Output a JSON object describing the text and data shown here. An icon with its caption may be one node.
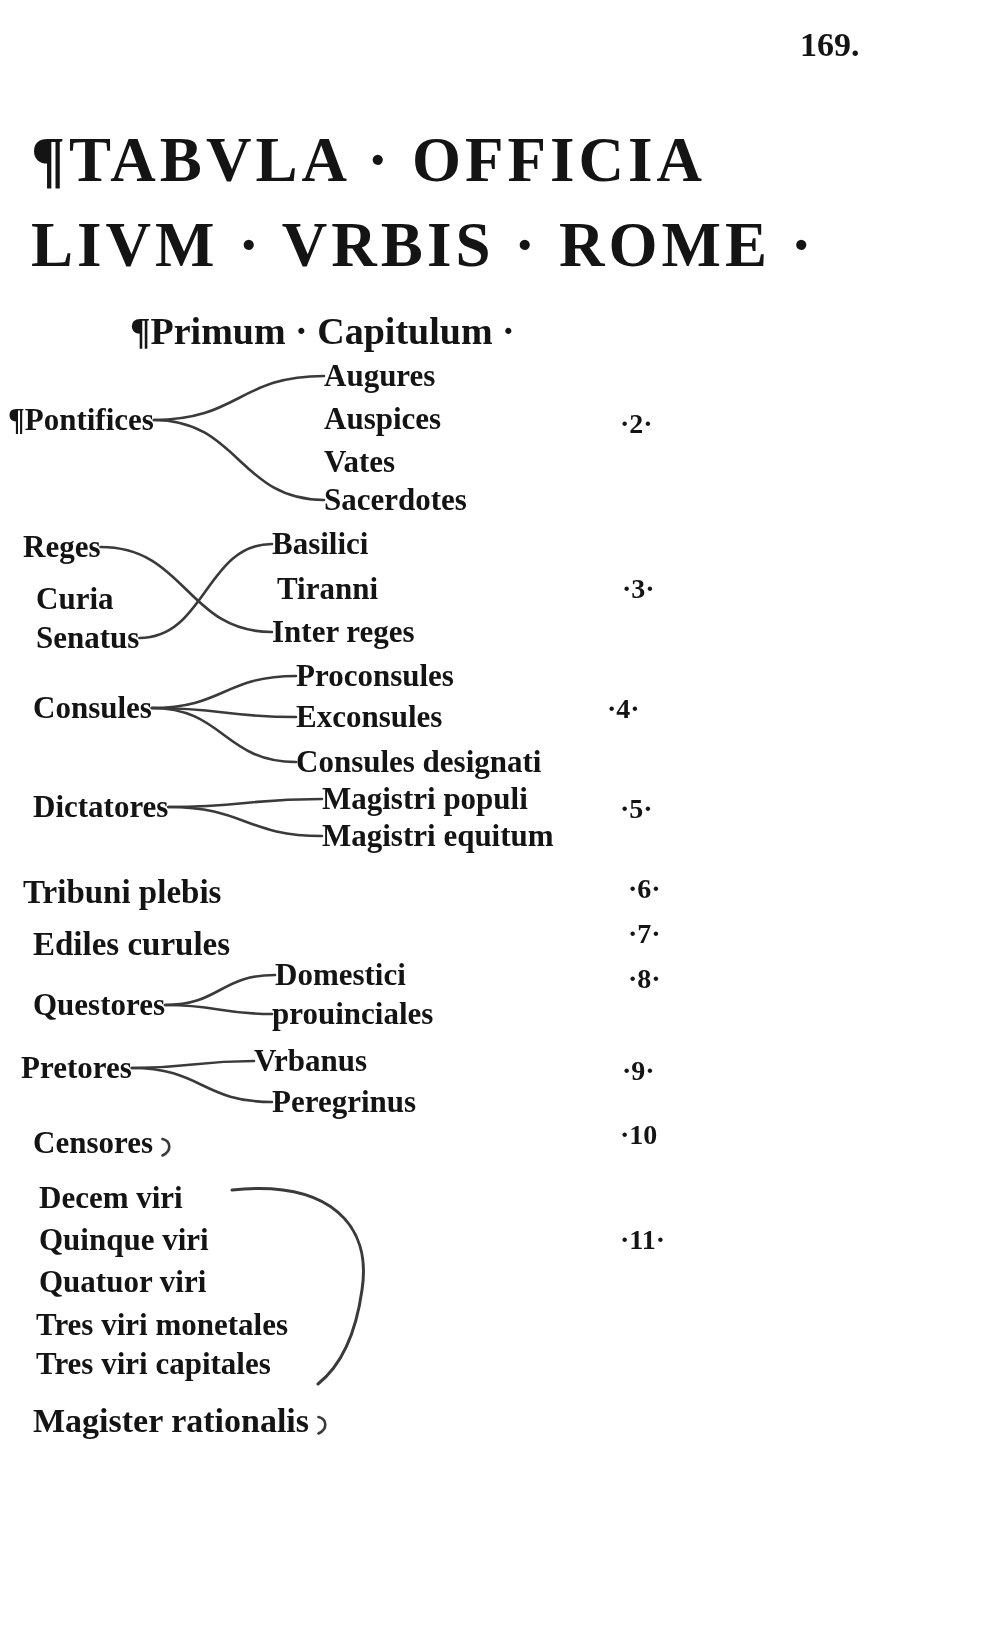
{
  "diagram": {
    "title": "¶TABVLA · OFFICIA LIVM · VRBIS · ROME ·",
    "nodes": [
      {
        "text": [
          "¶Pontifices"
        ]
      },
      {
        "text": [
          "Augures"
        ]
      },
      {
        "text": [
          "Sacerdotes"
        ]
      },
      {
        "text": [
          "Reges"
        ]
      },
      {
        "text": [
          "Basilici"
        ]
      },
      {
        "text": [
          "Senatus"
        ]
      },
      {
        "text": [
          "Inter reges"
        ]
      },
      {
        "text": [
          "Consules"
        ]
      },
      {
        "text": [
          "Proconsules"
        ]
      },
      {
        "text": [
          "Exconsules"
        ]
      },
      {
        "text": [
          "Consules designati"
        ]
      },
      {
        "text": [
          "Dictatores"
        ]
      },
      {
        "text": [
          "Magistri populi"
        ]
      },
      {
        "text": [
          "Magistri equitum"
        ]
      },
      {
        "text": [
          "Questores"
        ]
      },
      {
        "text": [
          "Domestici"
        ]
      },
      {
        "text": [
          "prouinciales"
        ]
      },
      {
        "text": [
          "Pretores"
        ]
      },
      {
        "text": [
          "Vrbanus"
        ]
      },
      {
        "text": [
          "Peregrinus"
        ]
      }
    ],
    "edges": [
      {
        "from": 0,
        "to": 1,
        "arrow": "none"
      },
      {
        "from": 0,
        "to": 2,
        "arrow": "none"
      },
      {
        "from": 3,
        "to": 6,
        "arrow": "none"
      },
      {
        "from": 5,
        "to": 4,
        "arrow": "none"
      },
      {
        "from": 7,
        "to": 8,
        "arrow": "none"
      },
      {
        "from": 7,
        "to": 9,
        "arrow": "none"
      },
      {
        "from": 7,
        "to": 10,
        "arrow": "none"
      },
      {
        "from": 11,
        "to": 12,
        "arrow": "none"
      },
      {
        "from": 11,
        "to": 13,
        "arrow": "none"
      },
      {
        "from": 14,
        "to": 15,
        "arrow": "none"
      },
      {
        "from": 14,
        "to": 16,
        "arrow": "none"
      },
      {
        "from": 17,
        "to": 18,
        "arrow": "none"
      },
      {
        "from": 17,
        "to": 19,
        "arrow": "none"
      }
    ],
    "labels": [
      "169.",
      "¶Primum · Capitulum ·",
      "Auspices",
      "·2·",
      "Vates",
      "Curia",
      "Tiranni",
      "·3·",
      "·4·",
      "·5·",
      "Tribuni plebis",
      "·6·",
      "Ediles curules",
      "·7·",
      "·8·",
      "·9·",
      "Censores",
      "·10",
      "Decem viri",
      "Quinque viri",
      "·11·",
      "Quatuor viri",
      "Tres viri monetales",
      "Tres viri capitales",
      "Magister rationalis"
    ]
  }
}
